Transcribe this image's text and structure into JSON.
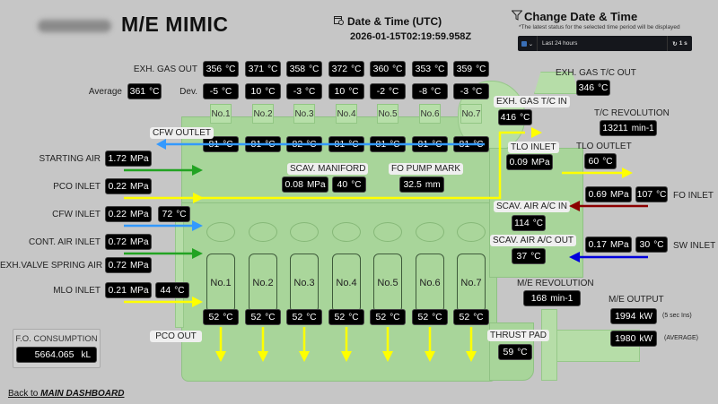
{
  "header": {
    "title": "M/E MIMIC",
    "datetime_label": "Date & Time (UTC)",
    "datetime_value": "2026-01-15T02:19:59.958Z",
    "change_label": "Change Date & Time",
    "change_note": "*The latest status for the selected time period will be displayed",
    "range": "Last 24 hours",
    "refresh": "1 s"
  },
  "exhaust": {
    "out_label": "EXH. GAS OUT",
    "avg_label": "Average",
    "avg_value": "361",
    "dev_label": "Dev.",
    "unit": "°C",
    "cylinders": [
      {
        "name": "No.1",
        "out": "356",
        "dev": "-5",
        "cfw": "81",
        "pco": "52"
      },
      {
        "name": "No.2",
        "out": "371",
        "dev": "10",
        "cfw": "81",
        "pco": "52"
      },
      {
        "name": "No.3",
        "out": "358",
        "dev": "-3",
        "cfw": "82",
        "pco": "52"
      },
      {
        "name": "No.4",
        "out": "372",
        "dev": "10",
        "cfw": "81",
        "pco": "52"
      },
      {
        "name": "No.5",
        "out": "360",
        "dev": "-2",
        "cfw": "81",
        "pco": "52"
      },
      {
        "name": "No.6",
        "out": "353",
        "dev": "-8",
        "cfw": "81",
        "pco": "52"
      },
      {
        "name": "No.7",
        "out": "359",
        "dev": "-3",
        "cfw": "81",
        "pco": "52"
      }
    ]
  },
  "units": {
    "c": "°C",
    "mpa": "MPa",
    "rpm": "min-1",
    "kw": "kW",
    "mm": "mm",
    "kl": "kL"
  },
  "left": {
    "cfw_outlet": "CFW OUTLET",
    "starting_air": {
      "label": "STARTING AIR",
      "mpa": "1.72"
    },
    "pco_inlet": {
      "label": "PCO INLET",
      "mpa": "0.22"
    },
    "cfw_inlet": {
      "label": "CFW INLET",
      "mpa": "0.22",
      "c": "72"
    },
    "cont_air": {
      "label": "CONT. AIR INLET",
      "mpa": "0.72"
    },
    "exh_valve": {
      "label": "EXH.VALVE SPRING AIR",
      "mpa": "0.72"
    },
    "mlo_inlet": {
      "label": "MLO INLET",
      "mpa": "0.21",
      "c": "44"
    },
    "pco_out": "PCO OUT"
  },
  "center": {
    "scav_manifold": {
      "label": "SCAV. MANIFORD",
      "mpa": "0.08",
      "c": "40"
    },
    "fo_pump": {
      "label": "FO PUMP MARK",
      "mm": "32.5"
    }
  },
  "right": {
    "tc_out": {
      "label": "EXH. GAS T/C OUT",
      "c": "346"
    },
    "tc_in": {
      "label": "EXH. GAS T/C IN",
      "c": "416"
    },
    "tc_rev": {
      "label": "T/C REVOLUTION",
      "value": "13211"
    },
    "tlo_inlet": {
      "label": "TLO INLET",
      "mpa": "0.09"
    },
    "tlo_outlet": {
      "label": "TLO OUTLET",
      "c": "60"
    },
    "fo_inlet": {
      "label": "FO INLET",
      "mpa": "0.69",
      "c": "107"
    },
    "scav_in": {
      "label": "SCAV. AIR A/C IN",
      "c": "114"
    },
    "scav_out": {
      "label": "SCAV. AIR A/C OUT",
      "c": "37"
    },
    "sw_inlet": {
      "label": "SW INLET",
      "mpa": "0.17",
      "c": "30"
    },
    "me_rev": {
      "label": "M/E REVOLUTION",
      "value": "168"
    },
    "me_output": {
      "label": "M/E OUTPUT",
      "inst": "1994",
      "inst_note": "(5 sec Ins)",
      "avg": "1980",
      "avg_note": "(AVERAGE)"
    },
    "thrust_pad": {
      "label": "THRUST PAD",
      "c": "59"
    }
  },
  "fo_consumption": {
    "label": "F.O. CONSUMPTION",
    "value": "5664.065"
  },
  "footer": {
    "back_prefix": "Back to ",
    "back_link": "MAIN DASHBOARD"
  },
  "colors": {
    "engine": "#a8d59a",
    "cfw_line": "#3399ff",
    "air_arrow": "#22a322",
    "oil_arrow": "#ffff00",
    "fo_arrow": "#8b0000",
    "sw_arrow": "#0000dd"
  }
}
